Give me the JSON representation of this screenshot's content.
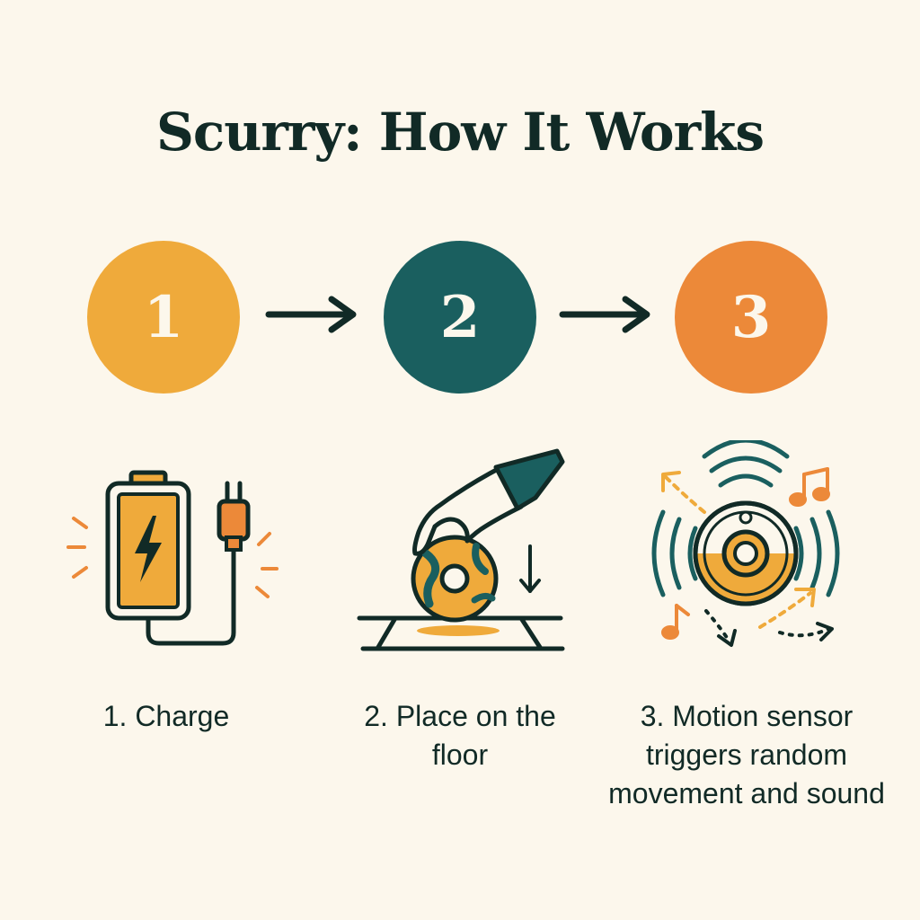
{
  "title": "Scurry: How It Works",
  "steps": [
    {
      "number": "1",
      "label": "1. Charge",
      "color": "#efaa3b"
    },
    {
      "number": "2",
      "label": "2. Place on the floor",
      "color": "#1a5f5f"
    },
    {
      "number": "3",
      "label": "3. Motion sensor triggers random movement and sound",
      "color": "#ec8939"
    }
  ],
  "icons": {
    "step1": "battery-charging-icon",
    "step2": "hand-placing-device-icon",
    "step3": "motion-sound-device-icon"
  },
  "colors": {
    "background": "#fcf7ec",
    "ink": "#112a26",
    "amber": "#efaa3b",
    "teal": "#1a5f5f",
    "orange": "#ec8939"
  }
}
